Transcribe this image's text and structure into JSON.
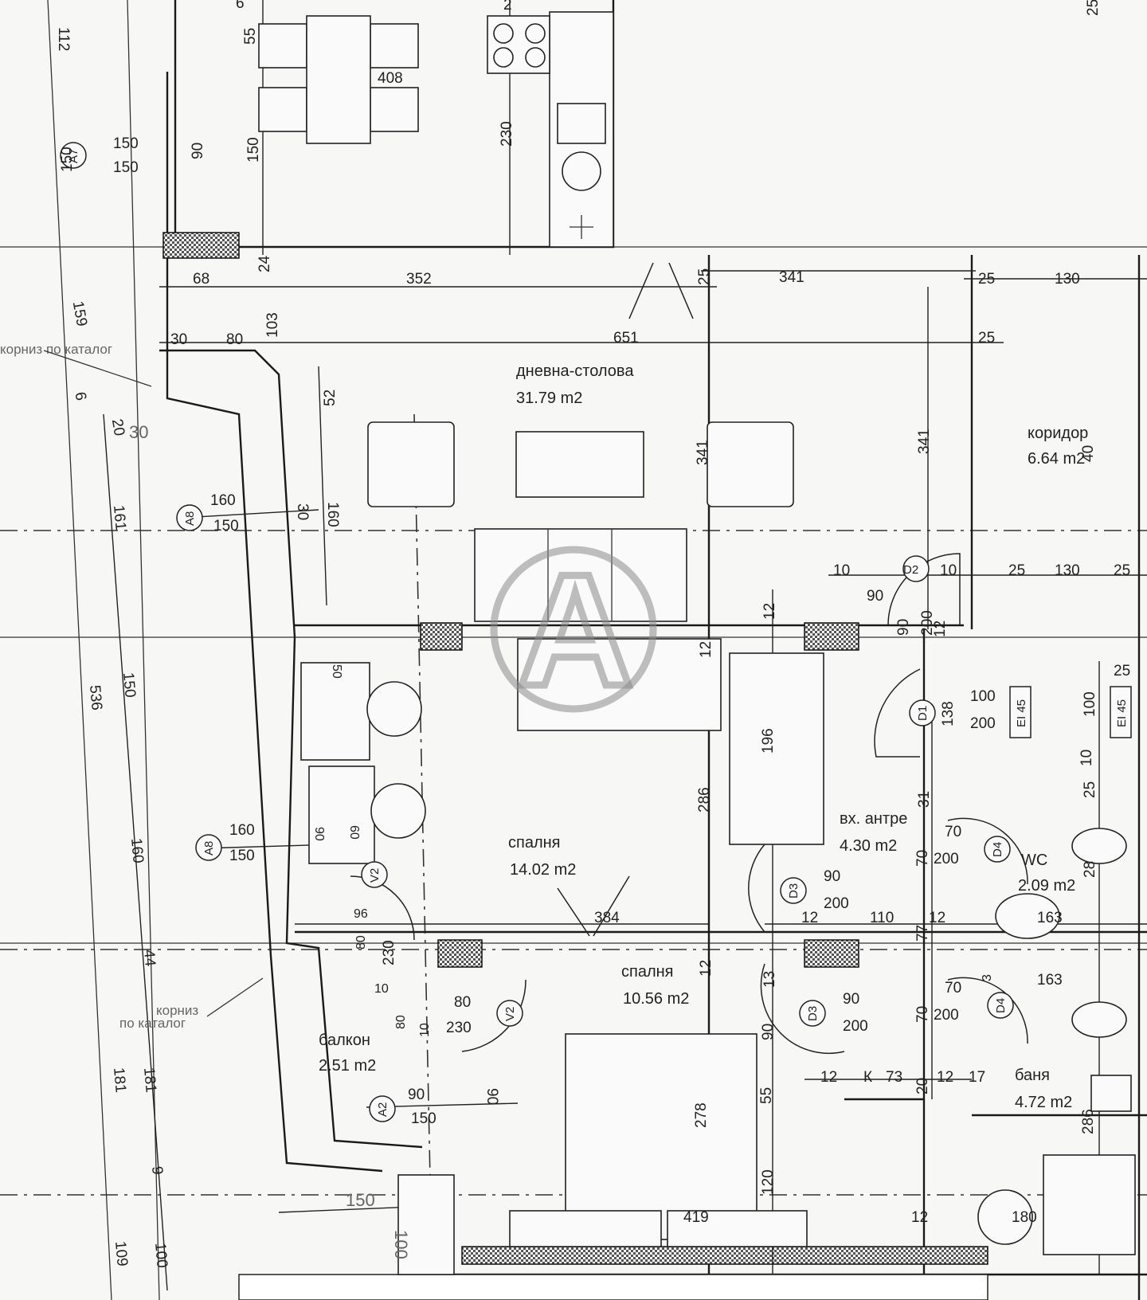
{
  "rooms": {
    "living": {
      "name": "дневна-столова",
      "area": "31.79 m2"
    },
    "corridor": {
      "name": "коридор",
      "area": "6.64 m2"
    },
    "bedroom1": {
      "name": "спалня",
      "area": "14.02 m2"
    },
    "bedroom2": {
      "name": "спалня",
      "area": "10.56 m2"
    },
    "entrance": {
      "name": "вх. антре",
      "area": "4.30 m2"
    },
    "wc": {
      "name": "WC",
      "area": "2.09 m2"
    },
    "bathroom": {
      "name": "баня",
      "area": "4.72 m2"
    },
    "balcony": {
      "name": "балкон",
      "area": "2.51 m2"
    }
  },
  "notes": {
    "cornice_top": "корниз по каталог",
    "cornice_bottom_1": "корниз",
    "cornice_bottom_2": "по каталог"
  },
  "markers": [
    "A7",
    "A8",
    "A8",
    "A2",
    "V2",
    "V2",
    "D1",
    "D2",
    "D3",
    "D3",
    "D4",
    "D4"
  ],
  "fire_rating": [
    "EI 45",
    "EI 45"
  ],
  "dimensions": {
    "d112": "112",
    "d150a": "150",
    "d150b": "150",
    "d150c": "150",
    "d90a": "90",
    "d55": "55",
    "d408": "408",
    "d230a": "230",
    "d150d": "150",
    "d68": "68",
    "d245": "24",
    "d3525": "352",
    "d25a": "25",
    "d341a": "341",
    "d25b": "25",
    "d130a": "130",
    "d30a": "30",
    "d805": "80",
    "d103": "103",
    "d651": "651",
    "d25c": "25",
    "d1595": "159",
    "d65": "6",
    "d20": "20",
    "d30b": "30",
    "d52": "52",
    "d341b": "341",
    "d341c": "341",
    "d40": "40",
    "d160a": "160",
    "d150e": "150",
    "d30c": "30",
    "d160b": "160",
    "d161": "161",
    "d10a": "10",
    "d10b": "10",
    "d25d": "25",
    "d130b": "130",
    "d25e": "25",
    "d90b": "90",
    "d90c": "90",
    "d200a": "200",
    "d12a": "12",
    "d12b": "12",
    "d12c": "12",
    "d536": "536",
    "d1505": "150",
    "d50": "50",
    "d100a": "100",
    "d200b": "200",
    "d138": "138",
    "d100b": "100",
    "d25f": "25",
    "d196": "196",
    "d286a": "286",
    "d10c": "10",
    "d31": "31",
    "d25g": "25",
    "d160c": "160",
    "d160d": "160",
    "d150f": "150",
    "d90d": "90",
    "d60": "60",
    "d70a": "70",
    "d200c": "200",
    "d70b": "70",
    "d28": "28",
    "d90e": "90",
    "d200d": "200",
    "d96": "96",
    "d384": "384",
    "d12d": "12",
    "d110": "110",
    "d12e": "12",
    "d77": "77",
    "d163a": "163",
    "d80a": "80",
    "d230b": "230",
    "d445": "44",
    "d12f": "12",
    "d13": "13",
    "d163b": "163",
    "d10d": "10",
    "d80b": "80",
    "d230c": "230",
    "d80c": "80",
    "d10e": "10",
    "d90f": "90",
    "d200e": "200",
    "d70c": "70",
    "d200f": "200",
    "d70d": "70",
    "d3": "3",
    "d90g": "90",
    "d12g": "12",
    "dK": "К",
    "d73": "73",
    "d20b": "20",
    "d12h": "12",
    "d17": "17",
    "d181a": "181",
    "d181b": "181",
    "d90h": "90",
    "d90i": "90",
    "d150g": "150",
    "d2785": "278",
    "d555": "55",
    "d286b": "286",
    "d120": "120",
    "d95": "9",
    "d150h": "150",
    "d100c": "100",
    "d4195": "419",
    "d12i": "12",
    "d180": "180",
    "d1095": "109",
    "d100d": "100",
    "d6a": "6",
    "d25h": "25",
    "d2": "2"
  },
  "watermark": "A"
}
